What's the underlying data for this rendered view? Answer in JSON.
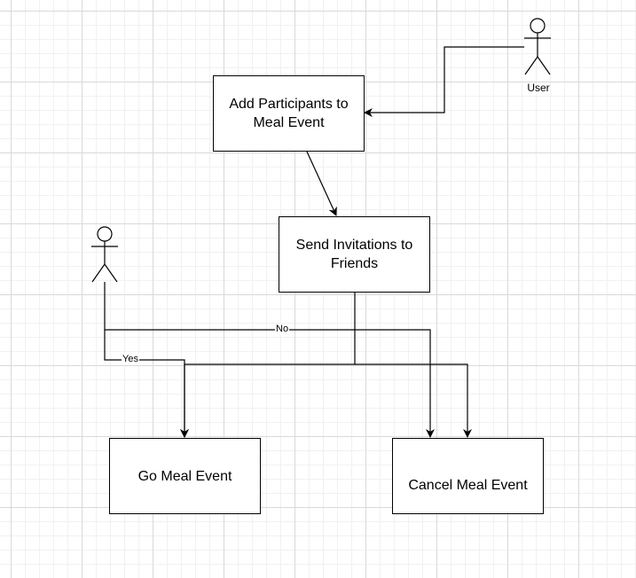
{
  "diagram": {
    "nodes": {
      "add_participants": "Add Participants to\nMeal Event",
      "send_invitations": "Send Invitations to\nFriends",
      "go_meal_event": "Go Meal Event",
      "cancel_meal_event": "Cancel Meal Event"
    },
    "actors": {
      "user": "User",
      "friend": ""
    },
    "edge_labels": {
      "no": "No",
      "yes": "Yes"
    }
  }
}
